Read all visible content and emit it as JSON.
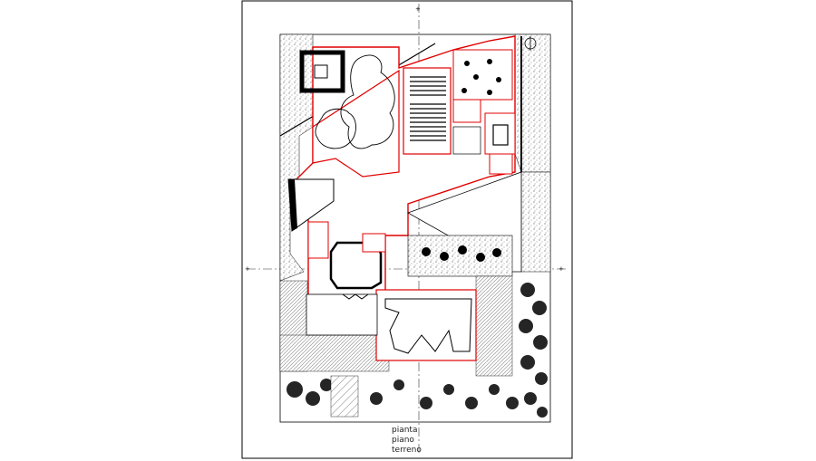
{
  "drawing": {
    "caption_lines": [
      "pianta",
      "piano",
      "terreno"
    ],
    "colors": {
      "paper": "#ffffff",
      "ink": "#000000",
      "walls": "#e00000",
      "axis": "#333333"
    },
    "symbols": [
      "north-arrow-icon",
      "tree-icon",
      "seating-icon"
    ]
  }
}
